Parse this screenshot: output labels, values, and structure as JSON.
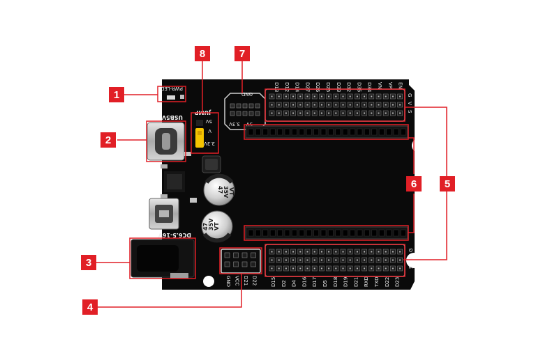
{
  "callouts": [
    {
      "number": "1",
      "part": "power-led"
    },
    {
      "number": "2",
      "part": "usb-c-port"
    },
    {
      "number": "3",
      "part": "dc-jack"
    },
    {
      "number": "4",
      "part": "i2c-header"
    },
    {
      "number": "5",
      "part": "io-pin-headers"
    },
    {
      "number": "6",
      "part": "female-headers"
    },
    {
      "number": "7",
      "part": "power-pins"
    },
    {
      "number": "8",
      "part": "voltage-jumper"
    }
  ],
  "silkscreen": {
    "pwr_led": "PWR-LED",
    "usb_5v": "USB5V",
    "jump": "JUMP",
    "jump_5v": "5V",
    "jump_v": "V",
    "jump_3v3": "3.3V",
    "gnd_top": "GND",
    "v5": "5V",
    "v3v3": "3.3V",
    "dc_input": "DC6.5-16V",
    "cap_top": [
      "47",
      "35V",
      "VT"
    ],
    "cap_bottom": [
      "47",
      "35V",
      "VT"
    ],
    "i2c_labels": [
      "GND",
      "VCC",
      "D21",
      "D22"
    ],
    "top_pin_labels": [
      "D13",
      "D12",
      "D14",
      "D27",
      "D26",
      "D25",
      "D33",
      "D32",
      "D35",
      "D34",
      "VN",
      "VP",
      "EN"
    ],
    "bottom_pin_labels": [
      "D15",
      "D2",
      "D4",
      "D16",
      "D17",
      "D5",
      "D18",
      "D19",
      "D21",
      "RXD",
      "TXD",
      "D22",
      "D23"
    ],
    "header_side_labels": [
      "G",
      "V",
      "S"
    ]
  },
  "colors": {
    "board": "#0a0a0a",
    "callout": "#e11f26",
    "silkscreen": "#f2f2f2",
    "jumper_cap": "#f5c400",
    "metal": "#c8c8c8"
  }
}
